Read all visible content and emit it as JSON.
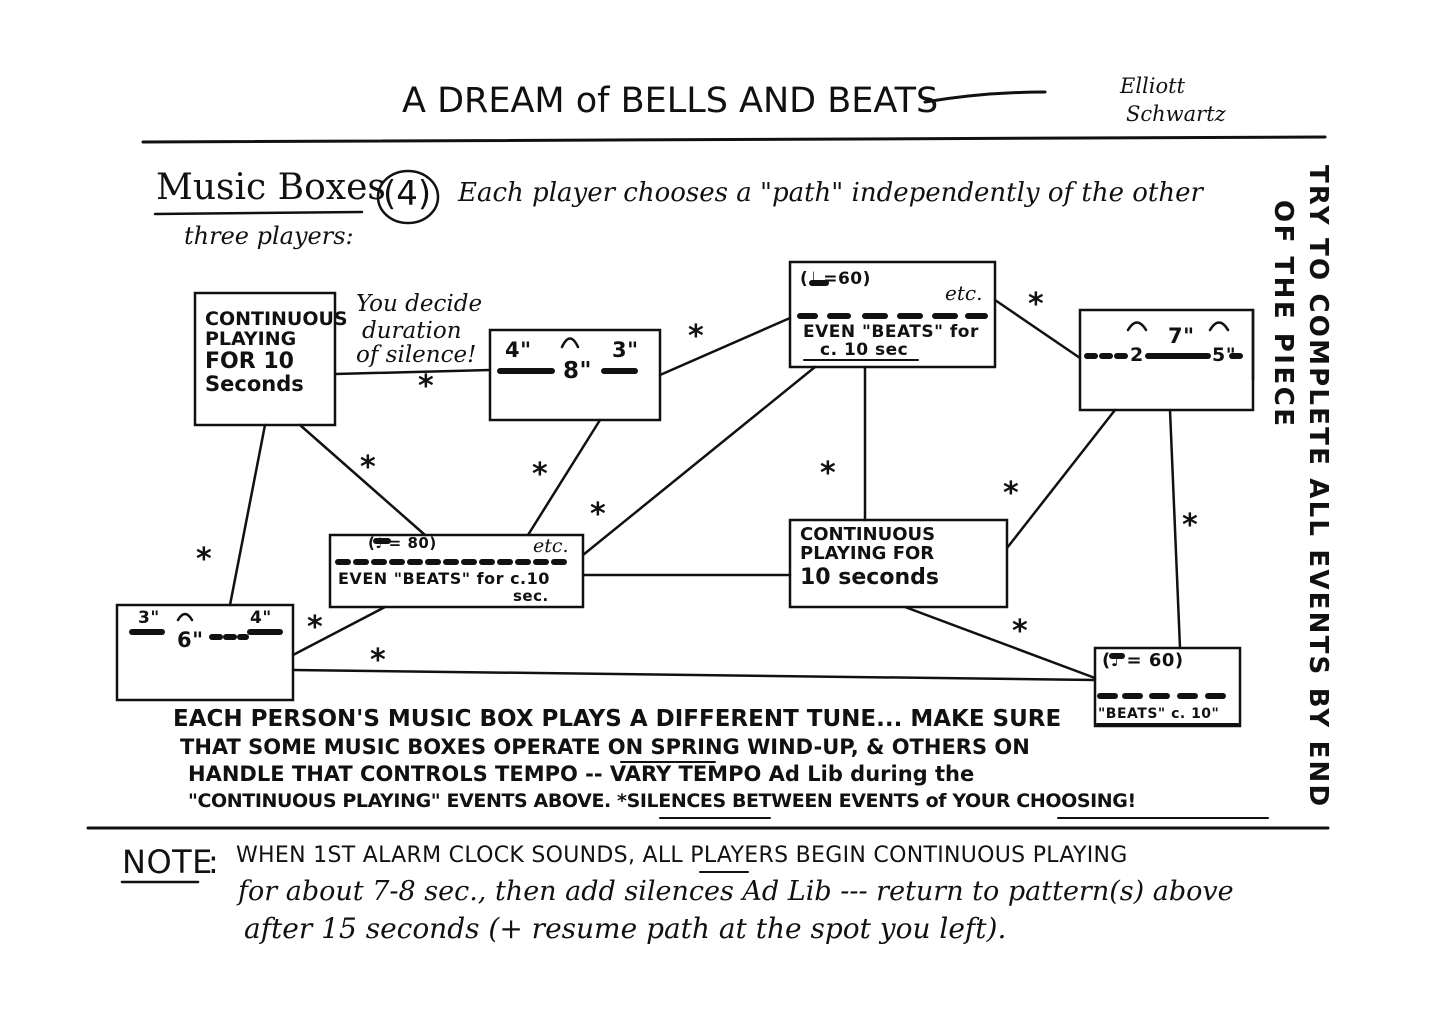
{
  "header": {
    "title": "A DREAM of BELLS AND BEATS",
    "composer_line1": "Elliott",
    "composer_line2": "Schwartz"
  },
  "intro": {
    "heading": "Music Boxes",
    "count": "(4)",
    "line1": "Each player chooses a \"path\" independently of the other",
    "line2": "three players:"
  },
  "side_note": {
    "line1": "TRY TO COMPLETE ALL EVENTS BY END",
    "line2": "OF THE PIECE"
  },
  "annotation_silence": {
    "line1": "You decide",
    "line2": "duration",
    "line3": "of silence!"
  },
  "boxes": {
    "continuous_a": {
      "line1": "CONTINUOUS",
      "line2": "PLAYING",
      "line3": "FOR 10",
      "line4": "Seconds"
    },
    "fermata_a": {
      "t1": "4\"",
      "t2": "8\"",
      "t3": "3\""
    },
    "beats_60": {
      "tempo": "(♩ =60)",
      "etc": "etc.",
      "line1": "EVEN \"BEATS\" for",
      "line2": "c. 10 sec"
    },
    "fermata_b": {
      "t1": "2",
      "t2": "7\"",
      "t3": "5\""
    },
    "beats_80": {
      "tempo": "(♩ = 80)",
      "etc": "etc.",
      "line1": "EVEN \"BEATS\" for c.10",
      "line2": "sec."
    },
    "continuous_b": {
      "line1": "CONTINUOUS",
      "line2": "PLAYING FOR",
      "line3": "10 seconds"
    },
    "fermata_c": {
      "t1": "3\"",
      "t2": "6\"",
      "t3": "4\""
    },
    "beats_60b": {
      "tempo": "(♩ = 60)",
      "line1": "\"BEATS\" c. 10\""
    }
  },
  "footer_notes": {
    "line1": "EACH PERSON'S MUSIC BOX PLAYS A DIFFERENT TUNE... MAKE SURE",
    "line2": "THAT SOME MUSIC BOXES OPERATE ON SPRING WIND-UP, & OTHERS ON",
    "line3": "HANDLE THAT CONTROLS TEMPO -- VARY TEMPO Ad Lib during the",
    "line4": "\"CONTINUOUS PLAYING\" EVENTS ABOVE. *SILENCES BETWEEN EVENTS of YOUR CHOOSING!"
  },
  "note": {
    "label": "NOTE",
    "colon": ":",
    "line1": "WHEN 1ST ALARM CLOCK SOUNDS, ALL PLAYERS BEGIN CONTINUOUS PLAYING",
    "line2": "for about 7-8 sec., then add silences Ad Lib --- return to pattern(s) above",
    "line3": "after 15 seconds (+ resume path at the spot you left)."
  },
  "silence_marker": "*"
}
